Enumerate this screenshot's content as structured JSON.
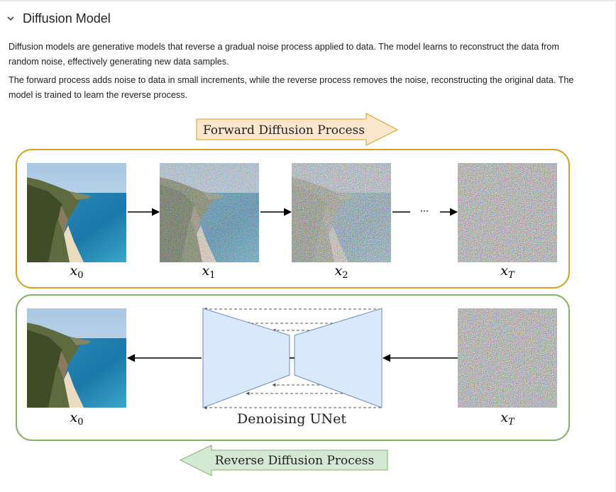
{
  "section": {
    "title": "Diffusion Model",
    "icon": "chevron-down-icon"
  },
  "paragraphs": [
    "Diffusion models are generative models that reverse a gradual noise process applied to data. The model learns to reconstruct the data from random noise, effectively generating new data samples.",
    "The forward process adds noise to data in small increments, while the reverse process removes the noise, reconstructing the original data. The model is trained to learn the reverse process."
  ],
  "diagram": {
    "forward_label": "Forward Diffusion Process",
    "reverse_label": "Reverse Diffusion Process",
    "unet_label": "Denoising UNet",
    "ellipsis": "···",
    "forward_steps": [
      {
        "base": "x",
        "sub": "0",
        "noise": 0
      },
      {
        "base": "x",
        "sub": "1",
        "noise": 0.35
      },
      {
        "base": "x",
        "sub": "2",
        "noise": 0.6
      },
      {
        "base": "x",
        "sub": "T",
        "noise": 1
      }
    ],
    "reverse_output": {
      "base": "x",
      "sub": "0"
    },
    "reverse_input": {
      "base": "x",
      "sub": "T"
    },
    "colors": {
      "forward_border": "#d6a21e",
      "forward_fill": "#fde7cc",
      "reverse_border": "#82b366",
      "reverse_fill": "#d5e8d4",
      "unet_fill": "#dae8fc",
      "unet_stroke": "#6c8ebf"
    }
  }
}
